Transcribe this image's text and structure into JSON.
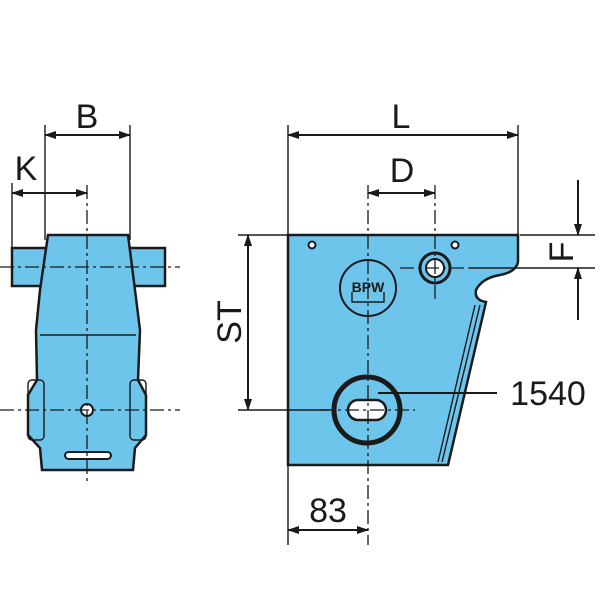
{
  "dimensions": {
    "B": "B",
    "K": "K",
    "L": "L",
    "D": "D",
    "F": "F",
    "ST": "ST",
    "offset": "83",
    "part_number": "1540"
  },
  "logo_text": "BPW",
  "colors": {
    "part_fill": "#6ec5ec",
    "line": "#1a1a1a"
  }
}
